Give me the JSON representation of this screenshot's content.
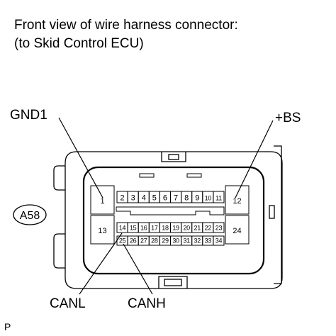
{
  "header": {
    "title_line1": "Front view of wire harness connector:",
    "title_line2": "(to Skid Control ECU)"
  },
  "connector": {
    "code": "A58",
    "pins_big": [
      "1",
      "12",
      "13",
      "24"
    ],
    "pins_top": [
      "2",
      "3",
      "4",
      "5",
      "6",
      "7",
      "8",
      "9",
      "10",
      "11"
    ],
    "pins_mid": [
      "14",
      "15",
      "16",
      "17",
      "18",
      "19",
      "20",
      "21",
      "22",
      "23"
    ],
    "pins_bot": [
      "25",
      "26",
      "27",
      "28",
      "29",
      "30",
      "31",
      "32",
      "33",
      "34"
    ]
  },
  "labels": {
    "gnd1": "GND1",
    "bs": "+BS",
    "canl": "CANL",
    "canh": "CANH"
  },
  "footer": {
    "mark": "P"
  }
}
